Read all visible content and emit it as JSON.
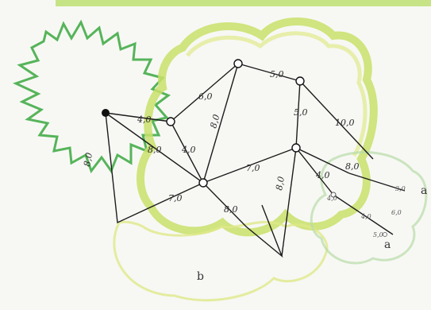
{
  "diagram": {
    "caption_b": "b",
    "caption_a": "a",
    "caption_a2": "a",
    "edge_labels": [
      {
        "id": "e1",
        "text": "4,0"
      },
      {
        "id": "e2",
        "text": "6,0"
      },
      {
        "id": "e3",
        "text": "5,0"
      },
      {
        "id": "e4",
        "text": "8,0"
      },
      {
        "id": "e5",
        "text": "8,0"
      },
      {
        "id": "e6",
        "text": "4,0"
      },
      {
        "id": "e7",
        "text": "8,0"
      },
      {
        "id": "e8",
        "text": "7,0"
      },
      {
        "id": "e9",
        "text": "7,0"
      },
      {
        "id": "e10",
        "text": "8,0"
      },
      {
        "id": "e11",
        "text": "5,0"
      },
      {
        "id": "e12",
        "text": "10,0"
      },
      {
        "id": "e13",
        "text": "8,0"
      },
      {
        "id": "e14",
        "text": "4,0"
      },
      {
        "id": "e15",
        "text": "8,0"
      },
      {
        "id": "e16",
        "text": "4,0"
      },
      {
        "id": "e17",
        "text": "3,0"
      },
      {
        "id": "e18",
        "text": "6,0"
      },
      {
        "id": "e19",
        "text": "4,0"
      },
      {
        "id": "e20",
        "text": "5,0"
      }
    ],
    "colors": {
      "dark_green": "#3aa83e",
      "light_green": "#c9e06a",
      "yellow_green": "#dfe98a",
      "pale_green": "#d8ecc6",
      "edge": "#1c1c1c",
      "node_fill": "#ffffff",
      "root_node": "#111111"
    }
  }
}
